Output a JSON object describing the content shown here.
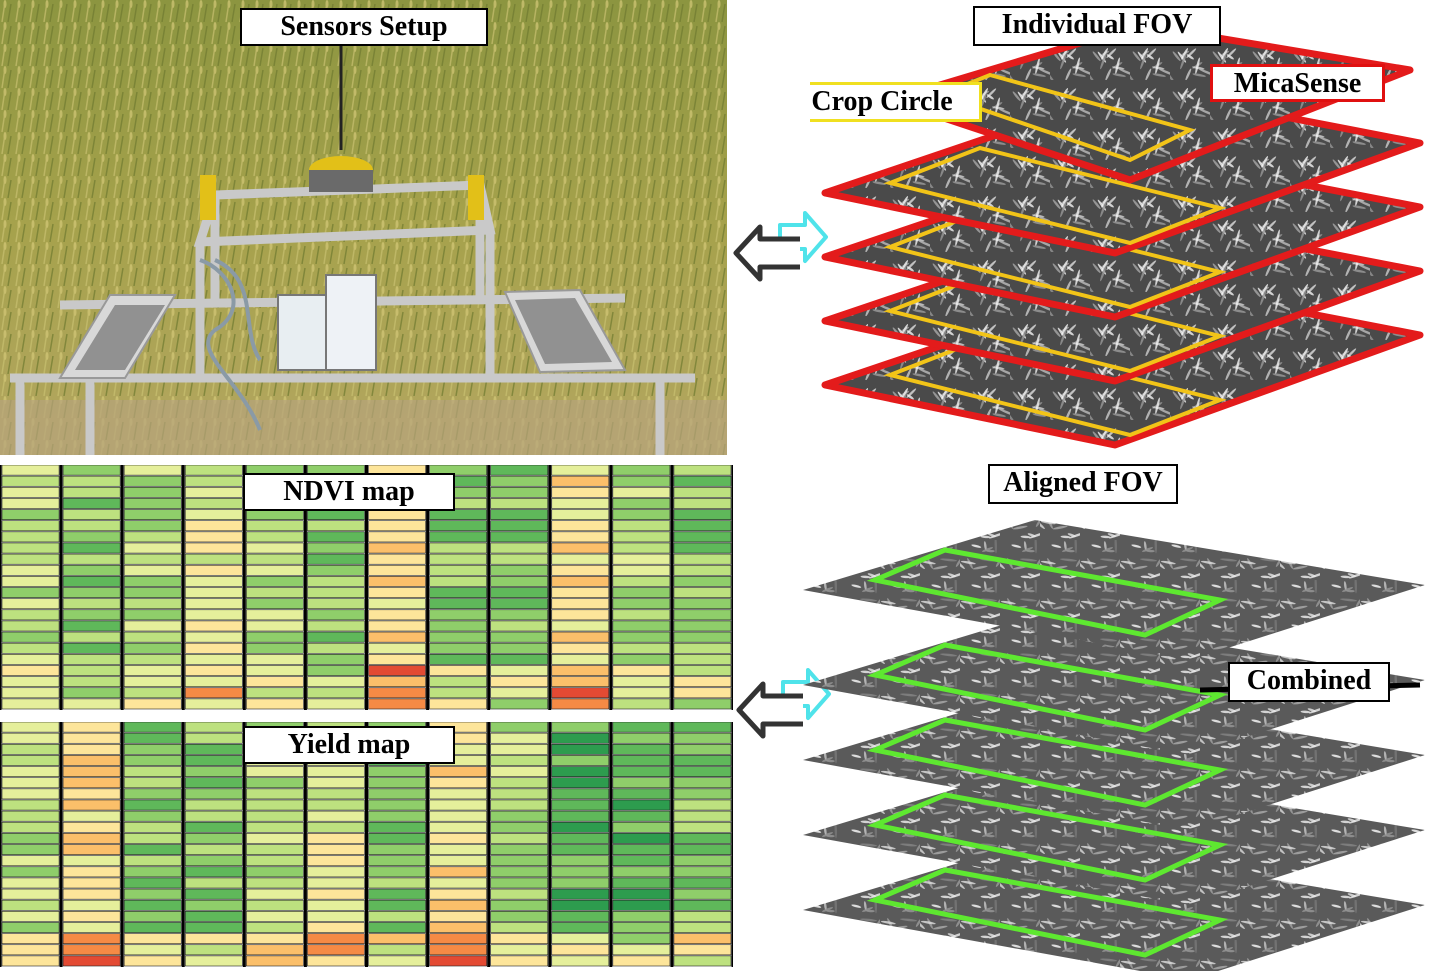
{
  "labels": {
    "sensors_setup": "Sensors Setup",
    "individual_fov": "Individual FOV",
    "micasense": "MicaSense",
    "crop_circle": "Crop Circle",
    "ndvi_map": "NDVI map",
    "yield_map": "Yield map",
    "aligned_fov": "Aligned FOV",
    "combined": "Combined"
  },
  "colors": {
    "micasense_frame": "#e31b1b",
    "crop_circle_frame": "#f2c418",
    "aligned_frame": "#5ee830",
    "arrow_cyan": "#4fe3ea",
    "arrow_dark": "#333333"
  },
  "maps": {
    "columns": 12,
    "rows": 22,
    "palette": [
      "#b2182b",
      "#e34a33",
      "#f58a45",
      "#fbbf6a",
      "#fde59a",
      "#e5ef9b",
      "#bde17f",
      "#8fce6a",
      "#5fb85a",
      "#2d9c4e",
      "#138040"
    ]
  }
}
